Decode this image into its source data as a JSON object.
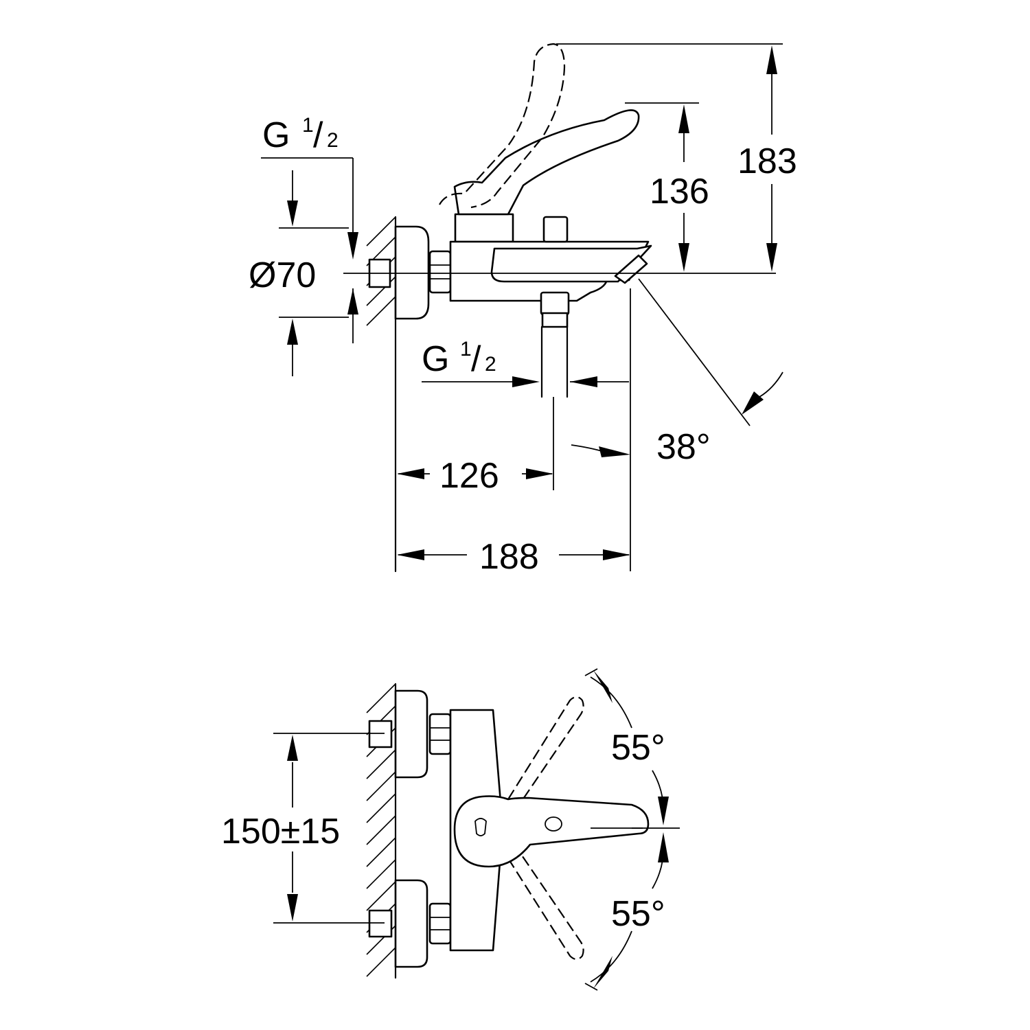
{
  "side_view": {
    "thread_top": {
      "letter": "G",
      "numerator": "1",
      "denominator": "2"
    },
    "thread_bottom": {
      "letter": "G",
      "numerator": "1",
      "denominator": "2"
    },
    "diameter": "Ø70",
    "height_handle": "136",
    "height_total": "183",
    "spout_offset": "126",
    "total_depth": "188",
    "spout_angle": "38°"
  },
  "top_view": {
    "centre_distance": "150±15",
    "angle_up": "55°",
    "angle_down": "55°"
  }
}
